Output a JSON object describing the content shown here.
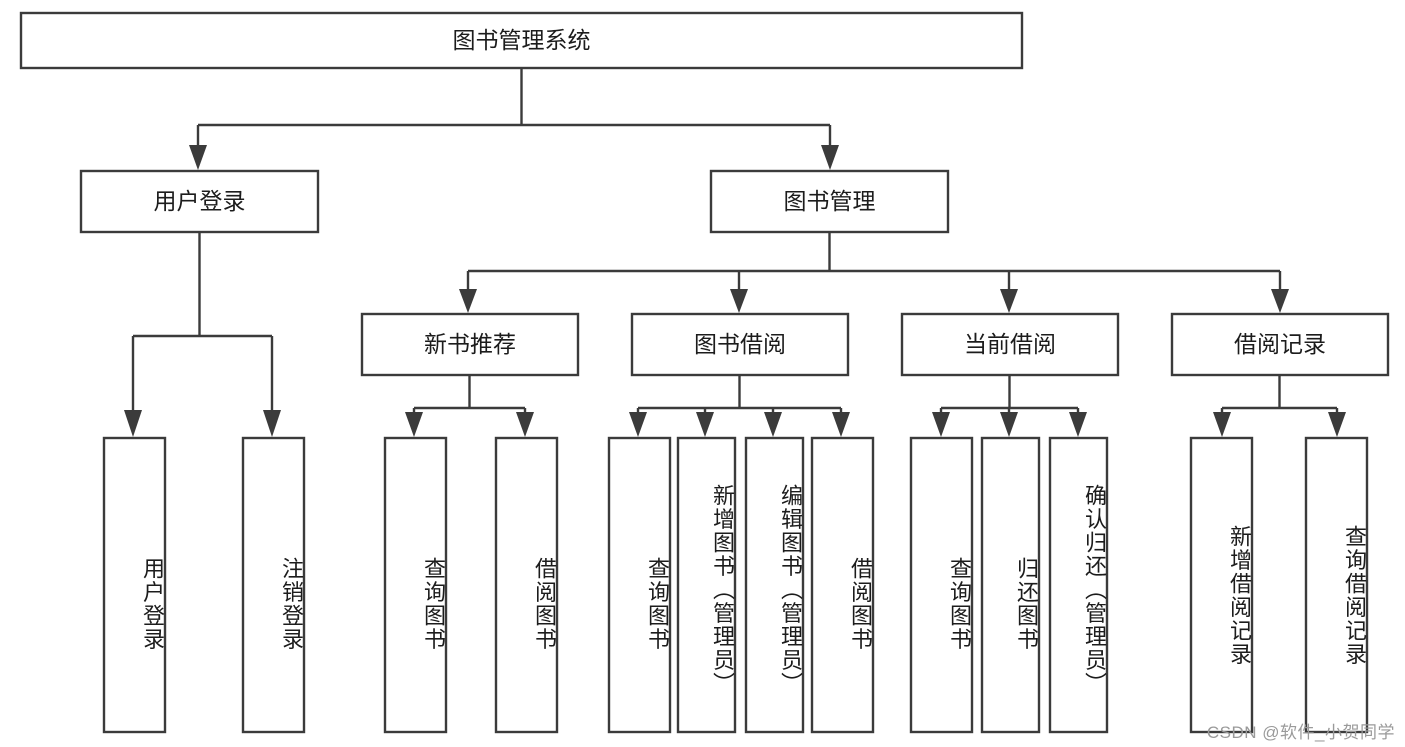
{
  "diagram": {
    "type": "tree",
    "title": "图书管理系统",
    "watermark": "CSDN @软件_小贺同学",
    "colors": {
      "box_stroke": "#3b3b3b",
      "box_fill": "#ffffff",
      "text": "#1c1c1c",
      "watermark": "#9a9a9a",
      "background": "#ffffff"
    },
    "nodes": {
      "root": {
        "label": "图书管理系统",
        "orientation": "horizontal"
      },
      "level1": [
        {
          "id": "user-login",
          "label": "用户登录",
          "orientation": "horizontal"
        },
        {
          "id": "book-manage",
          "label": "图书管理",
          "orientation": "horizontal"
        }
      ],
      "level2": [
        {
          "id": "new-book-rec",
          "label": "新书推荐",
          "orientation": "horizontal"
        },
        {
          "id": "book-borrow",
          "label": "图书借阅",
          "orientation": "horizontal"
        },
        {
          "id": "current-borrow",
          "label": "当前借阅",
          "orientation": "horizontal"
        },
        {
          "id": "borrow-record",
          "label": "借阅记录",
          "orientation": "horizontal"
        }
      ],
      "leaves": [
        {
          "id": "leaf-user-login",
          "label": "用户登录",
          "orientation": "vertical",
          "parent": "user-login"
        },
        {
          "id": "leaf-logout",
          "label": "注销登录",
          "orientation": "vertical",
          "parent": "user-login"
        },
        {
          "id": "leaf-query-book-1",
          "label": "查询图书",
          "orientation": "vertical",
          "parent": "new-book-rec"
        },
        {
          "id": "leaf-borrow-book-1",
          "label": "借阅图书",
          "orientation": "vertical",
          "parent": "new-book-rec"
        },
        {
          "id": "leaf-query-book-2",
          "label": "查询图书",
          "orientation": "vertical",
          "parent": "book-borrow"
        },
        {
          "id": "leaf-add-book",
          "label": "新增图书（管理员）",
          "orientation": "vertical",
          "parent": "book-borrow"
        },
        {
          "id": "leaf-edit-book",
          "label": "编辑图书（管理员）",
          "orientation": "vertical",
          "parent": "book-borrow"
        },
        {
          "id": "leaf-borrow-book-2",
          "label": "借阅图书",
          "orientation": "vertical",
          "parent": "book-borrow"
        },
        {
          "id": "leaf-query-book-3",
          "label": "查询图书",
          "orientation": "vertical",
          "parent": "current-borrow"
        },
        {
          "id": "leaf-return-book",
          "label": "归还图书",
          "orientation": "vertical",
          "parent": "current-borrow"
        },
        {
          "id": "leaf-confirm-return",
          "label": "确认归还（管理员）",
          "orientation": "vertical",
          "parent": "current-borrow"
        },
        {
          "id": "leaf-add-record",
          "label": "新增借阅记录",
          "orientation": "vertical",
          "parent": "borrow-record"
        },
        {
          "id": "leaf-query-record",
          "label": "查询借阅记录",
          "orientation": "vertical",
          "parent": "borrow-record"
        }
      ]
    }
  }
}
